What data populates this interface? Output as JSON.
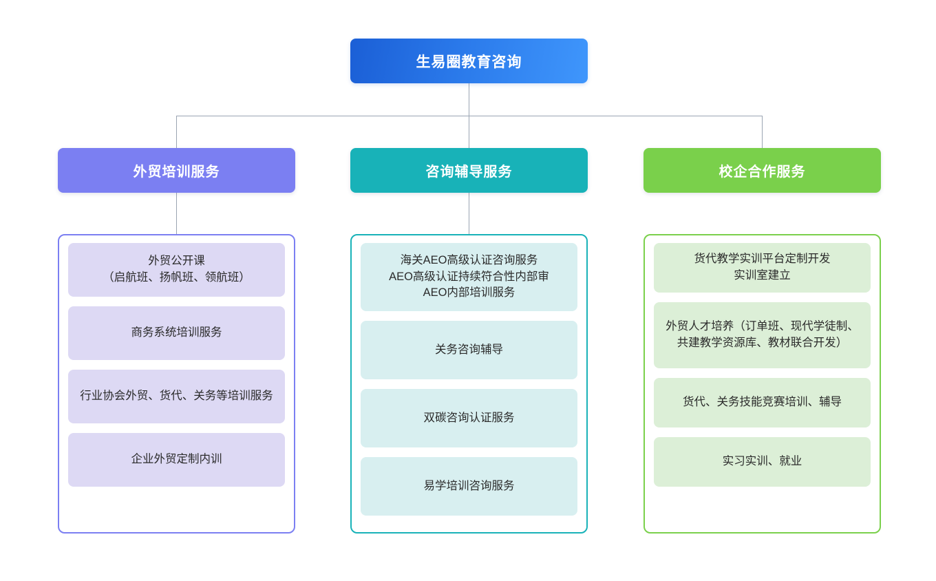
{
  "diagram": {
    "type": "organization-tree",
    "root": {
      "label": "生易圈教育咨询",
      "color": "#2a79ea",
      "gradient_from": "#1b5fd6",
      "gradient_to": "#3f96fc",
      "text_color": "#ffffff"
    },
    "connector_color": "#9aa4b2",
    "branches": [
      {
        "label": "外贸培训服务",
        "color": "#7b7ff2",
        "card_color": "#ddd9f4",
        "border_color": "#7b7ff2",
        "items": [
          {
            "label": "外贸公开课\n（启航班、扬帆班、领航班）",
            "tall": false
          },
          {
            "label": "商务系统培训服务",
            "tall": false
          },
          {
            "label": "行业协会外贸、货代、关务等培训服务",
            "tall": false
          },
          {
            "label": "企业外贸定制内训",
            "tall": false
          }
        ]
      },
      {
        "label": "咨询辅导服务",
        "color": "#18b2b8",
        "card_color": "#d8eff0",
        "border_color": "#18b2b8",
        "items": [
          {
            "label": "海关AEO高级认证咨询服务\nAEO高级认证持续符合性内部审\nAEO内部培训服务",
            "tall": true
          },
          {
            "label": "关务咨询辅导",
            "tall": false
          },
          {
            "label": "双碳咨询认证服务",
            "tall": false
          },
          {
            "label": "易学培训咨询服务",
            "tall": false
          }
        ]
      },
      {
        "label": "校企合作服务",
        "color": "#7ad04b",
        "card_color": "#dcefd7",
        "border_color": "#7ad04b",
        "items": [
          {
            "label": "货代教学实训平台定制开发\n实训室建立",
            "tall": false
          },
          {
            "label": "外贸人才培养（订单班、现代学徒制、共建教学资源库、教材联合开发）",
            "tall": true
          },
          {
            "label": "货代、关务技能竞赛培训、辅导",
            "tall": false
          },
          {
            "label": "实习实训、就业",
            "tall": false
          }
        ]
      }
    ]
  }
}
